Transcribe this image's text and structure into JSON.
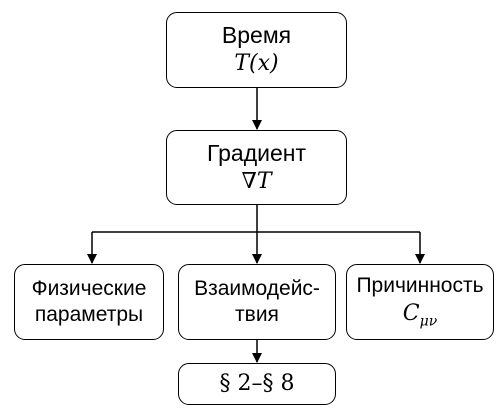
{
  "nodes": {
    "time": {
      "label": "Время",
      "formula": "T(x)"
    },
    "gradient": {
      "label": "Градиент",
      "formula": "∇T"
    },
    "physical": {
      "line1": "Физические",
      "line2": "параметры"
    },
    "interaction": {
      "line1": "Взаимодейс-",
      "line2": "твия"
    },
    "causality": {
      "label": "Причинность",
      "formula_base": "C",
      "formula_sub": "μν"
    },
    "sections": {
      "label": "§ 2–§ 8"
    }
  }
}
